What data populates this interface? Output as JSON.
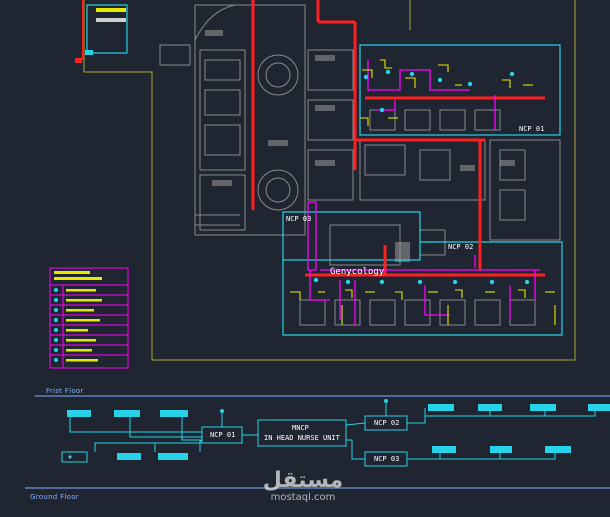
{
  "panels": {
    "ncp01_plan": "NCP 01",
    "ncp02_plan": "NCP 02",
    "ncp03_plan": "NCP 03",
    "room_label": "Genycology"
  },
  "riser": {
    "first_floor": "Frist Floor",
    "ground_floor": "Ground Floor",
    "ncp01": "NCP 01",
    "ncp02": "NCP 02",
    "ncp03": "NCP 03",
    "mncp_line1": "MNCP",
    "mncp_line2": "IN HEAD NURSE UNIT"
  },
  "watermark": {
    "arabic": "مستقل",
    "latin": "mostaql.com"
  },
  "colors": {
    "background": "#1f2531",
    "cyan": "#27d3e8",
    "red": "#ff2020",
    "yellow": "#e8e800",
    "magenta": "#ff00ff",
    "olive": "#a8a838",
    "wall": "#8a8a8a"
  }
}
